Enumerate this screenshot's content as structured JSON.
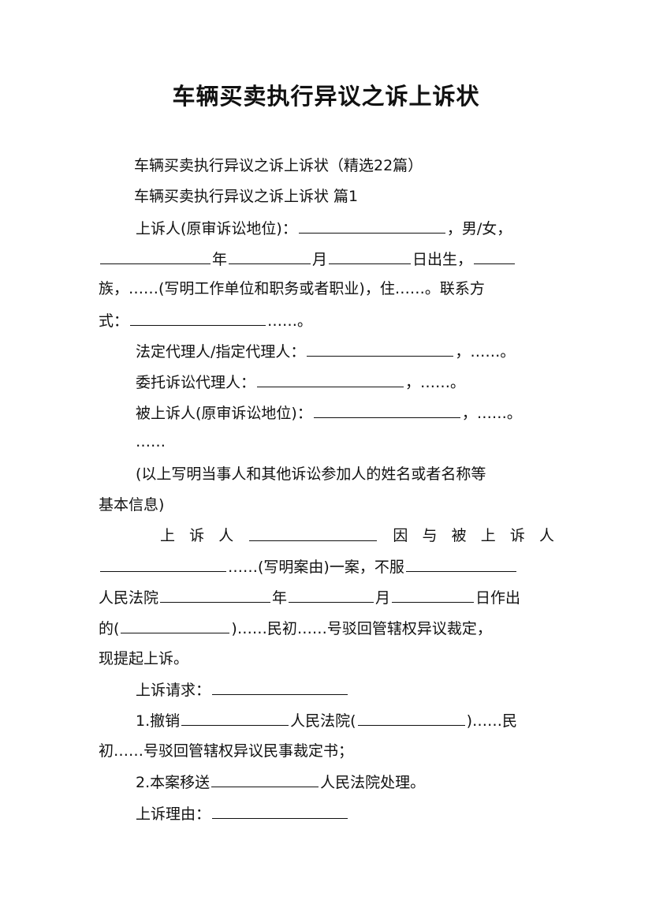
{
  "document": {
    "title": "车辆买卖执行异议之诉上诉状",
    "subtitle": "车辆买卖执行异议之诉上诉状（精选22篇）",
    "heading": "车辆买卖执行异议之诉上诉状 篇1",
    "appellant": {
      "label": "上诉人(原审诉讼地位)：",
      "gender": "，男/女，",
      "year": "年",
      "month": "月",
      "born": "日出生，",
      "ethnic": "族，",
      "work": "……(写明工作单位和职务或者职业)，住……。联系方",
      "contact_label": "式：",
      "ellipsis_end": "……。"
    },
    "legal_rep": {
      "label": "法定代理人/指定代理人：",
      "suffix": "，……。"
    },
    "agent": {
      "label": "委托诉讼代理人：",
      "suffix": "，……。"
    },
    "appellee": {
      "label": "被上诉人(原审诉讼地位)：",
      "suffix": "，……。"
    },
    "ellipsis": "……",
    "note_line1": "(以上写明当事人和其他诉讼参加人的姓名或者名称等",
    "note_line2": "基本信息)",
    "body": {
      "p1_chars": [
        "上",
        "诉",
        "人"
      ],
      "p1_mid": [
        "因",
        "与",
        "被",
        "上",
        "诉",
        "人"
      ],
      "p2": "……(写明案由)一案，不服",
      "p3_start": "人民法院",
      "p3_year": "年",
      "p3_month": "月",
      "p3_end": "日作出",
      "p4_start": "的(",
      "p4_end": ")……民初……号驳回管辖权异议裁定，",
      "p5": "现提起上诉。"
    },
    "request_label": "上诉请求：",
    "item1_start": "1.撤销",
    "item1_mid": "人民法院(",
    "item1_end": ")……民",
    "item1_line2": "初……号驳回管辖权异议民事裁定书；",
    "item2_start": "2.本案移送",
    "item2_end": "人民法院处理。",
    "reason_label": "上诉理由："
  }
}
